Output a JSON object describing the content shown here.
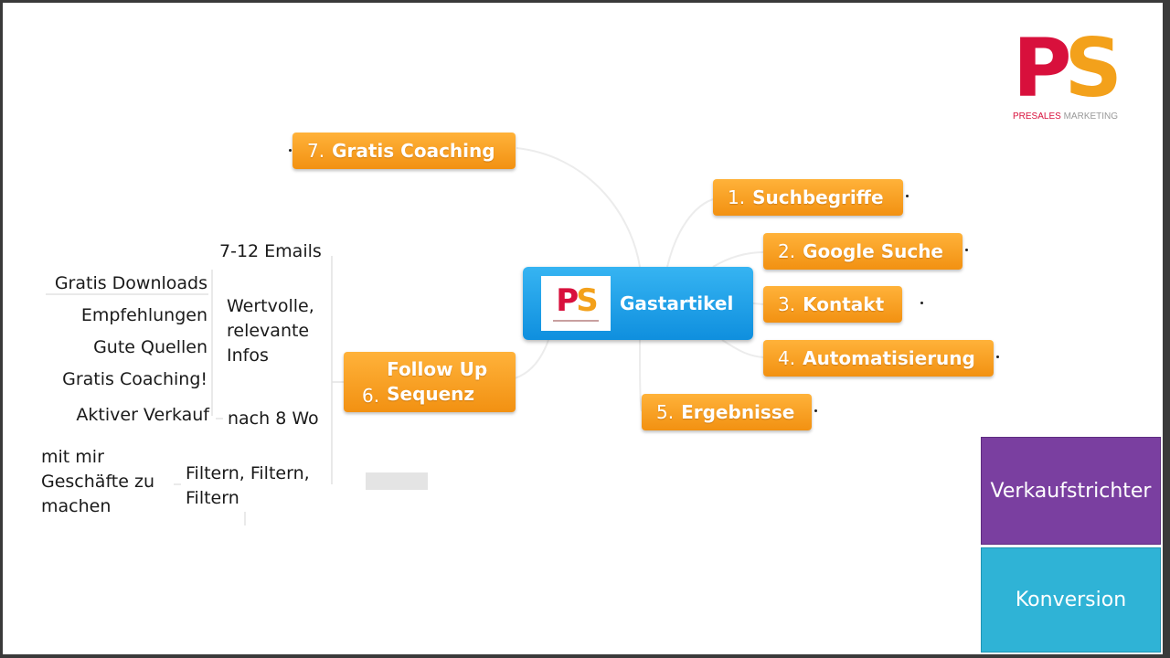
{
  "logo": {
    "p": "P",
    "s": "S",
    "tag_red": "PRESALES",
    "tag_gray": " MARKETING"
  },
  "central": {
    "logo_p": "P",
    "logo_s": "S",
    "label": "Gastartikel"
  },
  "branches": {
    "b1": {
      "num": "1.",
      "label": "Suchbegriffe"
    },
    "b2": {
      "num": "2.",
      "label": "Google Suche"
    },
    "b3": {
      "num": "3.",
      "label": "Kontakt"
    },
    "b4": {
      "num": "4.",
      "label": "Automatisierung"
    },
    "b5": {
      "num": "5.",
      "label": "Ergebnisse"
    },
    "b6": {
      "num": "6.",
      "line1": "Follow Up",
      "line2": "Sequenz"
    },
    "b7": {
      "num": "7.",
      "label": "Gratis Coaching"
    }
  },
  "sub": {
    "emails": "7-12 Emails",
    "wertvolle": [
      "Wertvolle,",
      "relevante",
      "Infos"
    ],
    "nach8": "nach 8 Wo",
    "filtern": [
      "Filtern, Filtern,",
      "Filtern"
    ]
  },
  "leaves": {
    "downloads": "Gratis Downloads",
    "empfehlungen": "Empfehlungen",
    "quellen": "Gute Quellen",
    "coaching": "Gratis Coaching!",
    "verkauf": "Aktiver Verkauf",
    "geschaefte": [
      "mit mir",
      "Geschäfte zu",
      "machen"
    ]
  },
  "panels": {
    "top": "Verkaufstrichter",
    "bottom": "Konversion"
  },
  "colors": {
    "branch_orange": "#f29112",
    "central_blue": "#0f8fde",
    "brand_red": "#d8103c",
    "brand_orange": "#f3a11b",
    "panel_purple": "#7a3fa0",
    "panel_cyan": "#2fb3d6"
  }
}
